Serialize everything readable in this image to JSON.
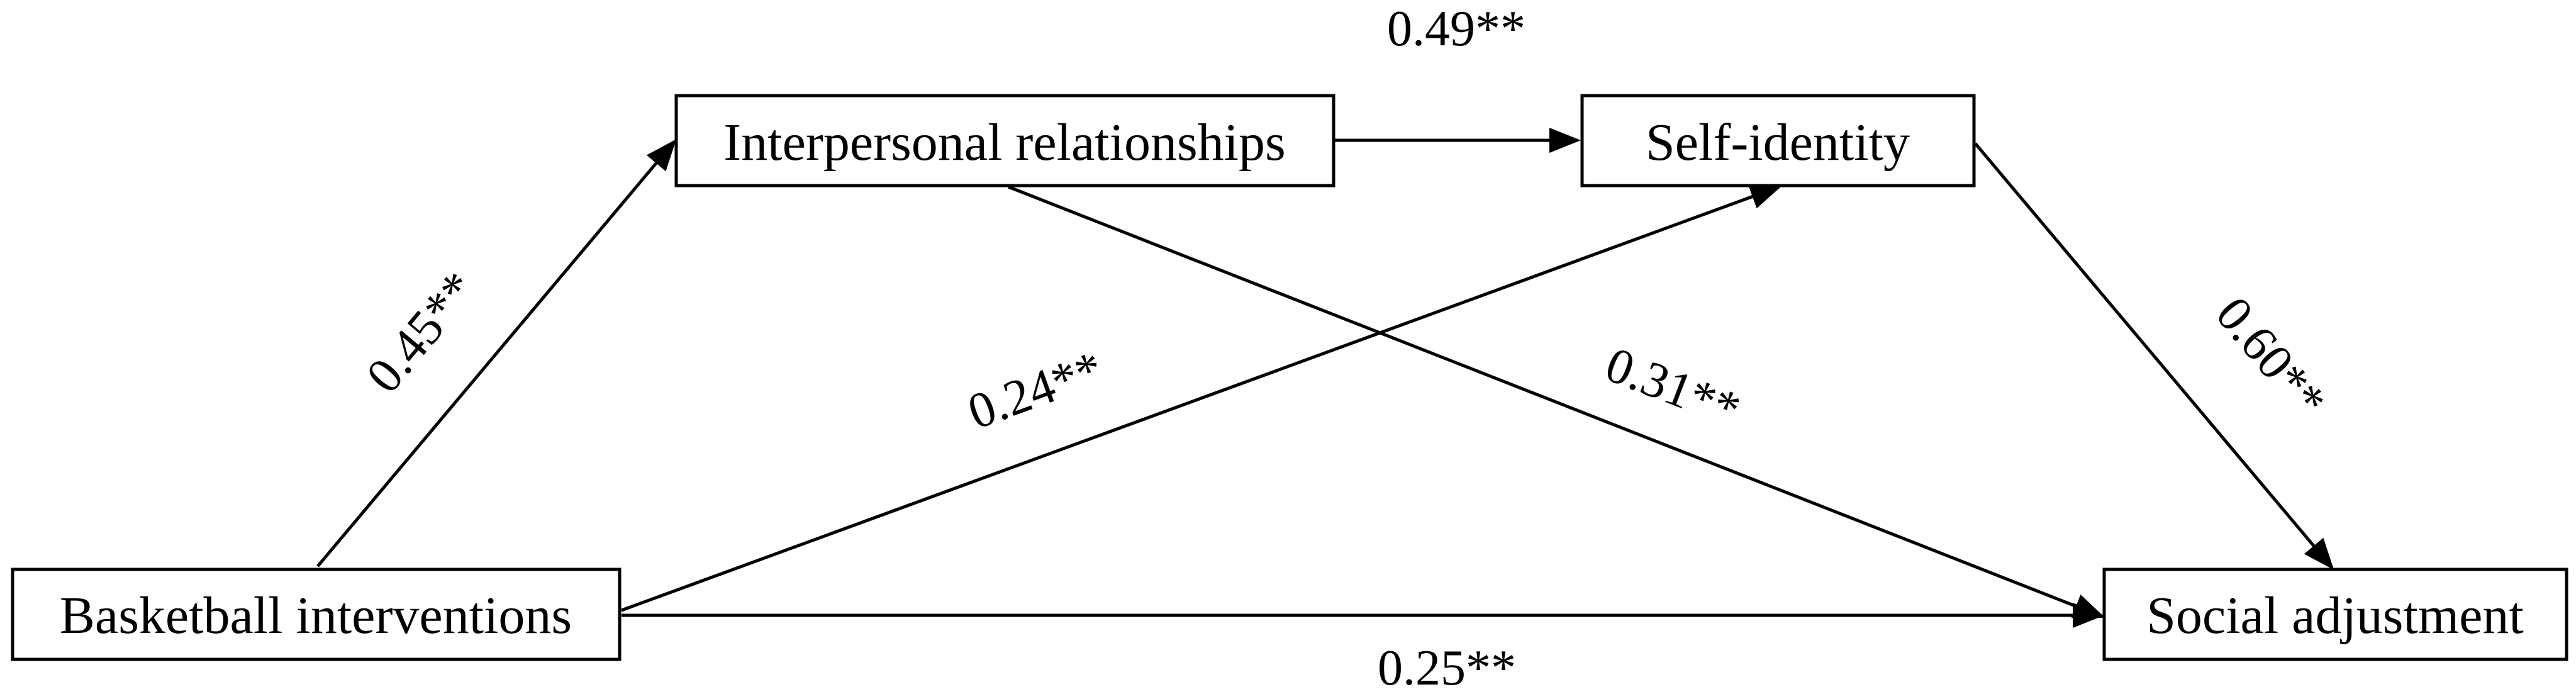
{
  "nodes": {
    "basketball": "Basketball interventions",
    "interpersonal": "Interpersonal relationships",
    "self_identity": "Self-identity",
    "social": "Social adjustment"
  },
  "paths": {
    "interpersonal_to_self_identity": "0.49**",
    "basketball_to_interpersonal": "0.45**",
    "basketball_to_self_identity": "0.24**",
    "interpersonal_to_social": "0.31**",
    "self_identity_to_social": "0.60**",
    "basketball_to_social": "0.25**"
  },
  "colors": {
    "stroke": "#000000",
    "background": "#ffffff"
  }
}
